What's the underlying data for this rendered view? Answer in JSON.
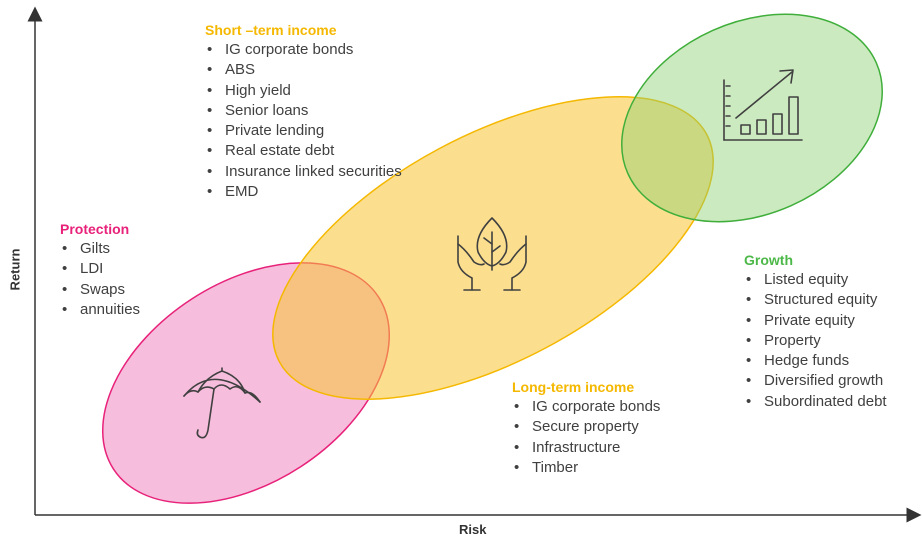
{
  "axes": {
    "x_label": "Risk",
    "y_label": "Return"
  },
  "colors": {
    "protection": "#e8227a",
    "short_term": "#f5b800",
    "long_term": "#f5b800",
    "growth": "#4cb848",
    "axis": "#333333"
  },
  "groups": {
    "short_term": {
      "title": "Short –term income",
      "items": [
        "IG corporate bonds",
        "ABS",
        "High yield",
        "Senior loans",
        "Private lending",
        "Real estate debt",
        "Insurance linked securities",
        "EMD"
      ]
    },
    "protection": {
      "title": "Protection",
      "items": [
        "Gilts",
        "LDI",
        "Swaps",
        "annuities"
      ]
    },
    "growth": {
      "title": "Growth",
      "items": [
        "Listed equity",
        "Structured equity",
        "Private equity",
        "Property",
        "Hedge funds",
        "Diversified growth",
        "Subordinated debt"
      ]
    },
    "long_term": {
      "title": "Long-term income",
      "items": [
        "IG corporate bonds",
        "Secure property",
        "Infrastructure",
        "Timber"
      ]
    }
  },
  "icons": {
    "protection": "umbrella-icon",
    "income": "hands-leaf-icon",
    "growth": "growth-chart-icon"
  }
}
